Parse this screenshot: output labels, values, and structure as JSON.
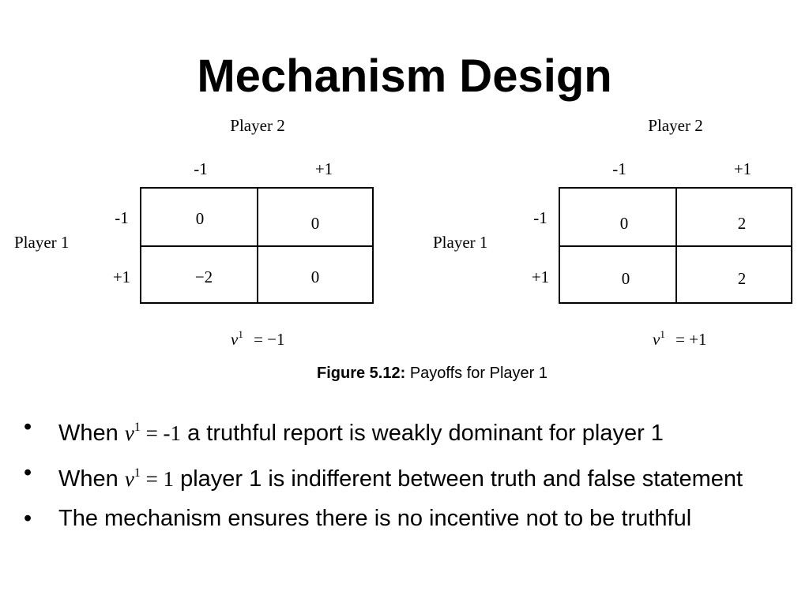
{
  "title": "Mechanism Design",
  "left_matrix": {
    "player2_label": "Player 2",
    "player1_label": "Player 1",
    "col_headers": [
      "-1",
      "+1"
    ],
    "row_headers": [
      "-1",
      "+1"
    ],
    "cells": [
      [
        "0",
        "0"
      ],
      [
        "−2",
        "0"
      ]
    ],
    "v_var": "v",
    "v_sup": "1",
    "v_eq": "= −1"
  },
  "right_matrix": {
    "player2_label": "Player 2",
    "player1_label": "Player 1",
    "col_headers": [
      "-1",
      "+1"
    ],
    "row_headers": [
      "-1",
      "+1"
    ],
    "cells": [
      [
        "0",
        "2"
      ],
      [
        "0",
        "2"
      ]
    ],
    "v_var": "v",
    "v_sup": "1",
    "v_eq": "= +1"
  },
  "caption": {
    "bold": "Figure 5.12:",
    "text": " Payoffs for Player 1"
  },
  "bullets": [
    {
      "dot": "•",
      "pre": "When ",
      "var": "v",
      "sup": "1",
      "eq": " = -1",
      "post": " a truthful report is weakly dominant for player 1"
    },
    {
      "dot": "•",
      "pre": "When ",
      "var": "v",
      "sup": "1",
      "eq": " = 1",
      "post": " player 1 is indifferent between truth and false statement"
    },
    {
      "dot": "•",
      "text": "The mechanism ensures there is no incentive not to be truthful"
    }
  ]
}
